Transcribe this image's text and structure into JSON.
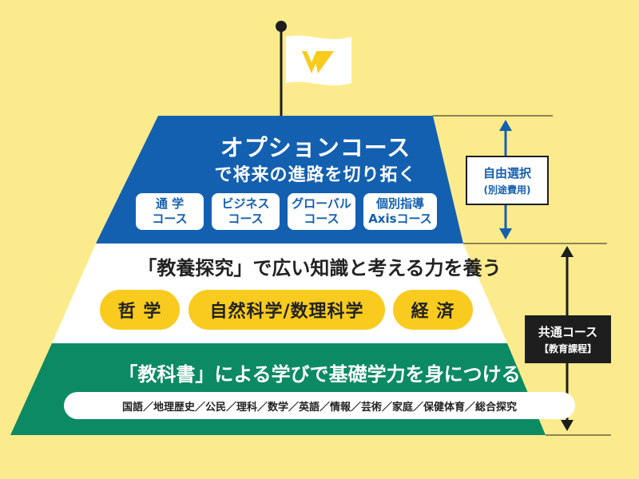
{
  "colors": {
    "background": "#FCEB8C",
    "blue": "#1460B0",
    "green": "#0C8A64",
    "yellow_pill": "#F8CB1E",
    "dark": "#1E1E1E",
    "white": "#FFFFFF"
  },
  "flag": {
    "logo_icon": "v-logo-icon"
  },
  "top_tier": {
    "title": "オプションコース",
    "subtitle": "で将来の進路を切り拓く",
    "courses": [
      {
        "line1": "通 学",
        "line2": "コース"
      },
      {
        "line1": "ビジネス",
        "line2": "コース"
      },
      {
        "line1": "グローバル",
        "line2": "コース"
      },
      {
        "line1": "個別指導",
        "line2": "Axisコース"
      }
    ]
  },
  "middle_tier": {
    "title": "「教養探究」で広い知識と考える力を養う",
    "pills": [
      "哲 学",
      "自然科学/数理科学",
      "経 済"
    ]
  },
  "bottom_tier": {
    "title": "「教科書」による学びで基礎学力を身につける",
    "subjects": "国語／地理歴史／公民／理科／数学／英語／情報／芸術／家庭／保健体育／総合探究"
  },
  "side_labels": {
    "free_choice": {
      "line1": "自由選択",
      "line2": "(別途費用)"
    },
    "common": {
      "line1": "共通コース",
      "line2": "【教育課程】"
    }
  }
}
